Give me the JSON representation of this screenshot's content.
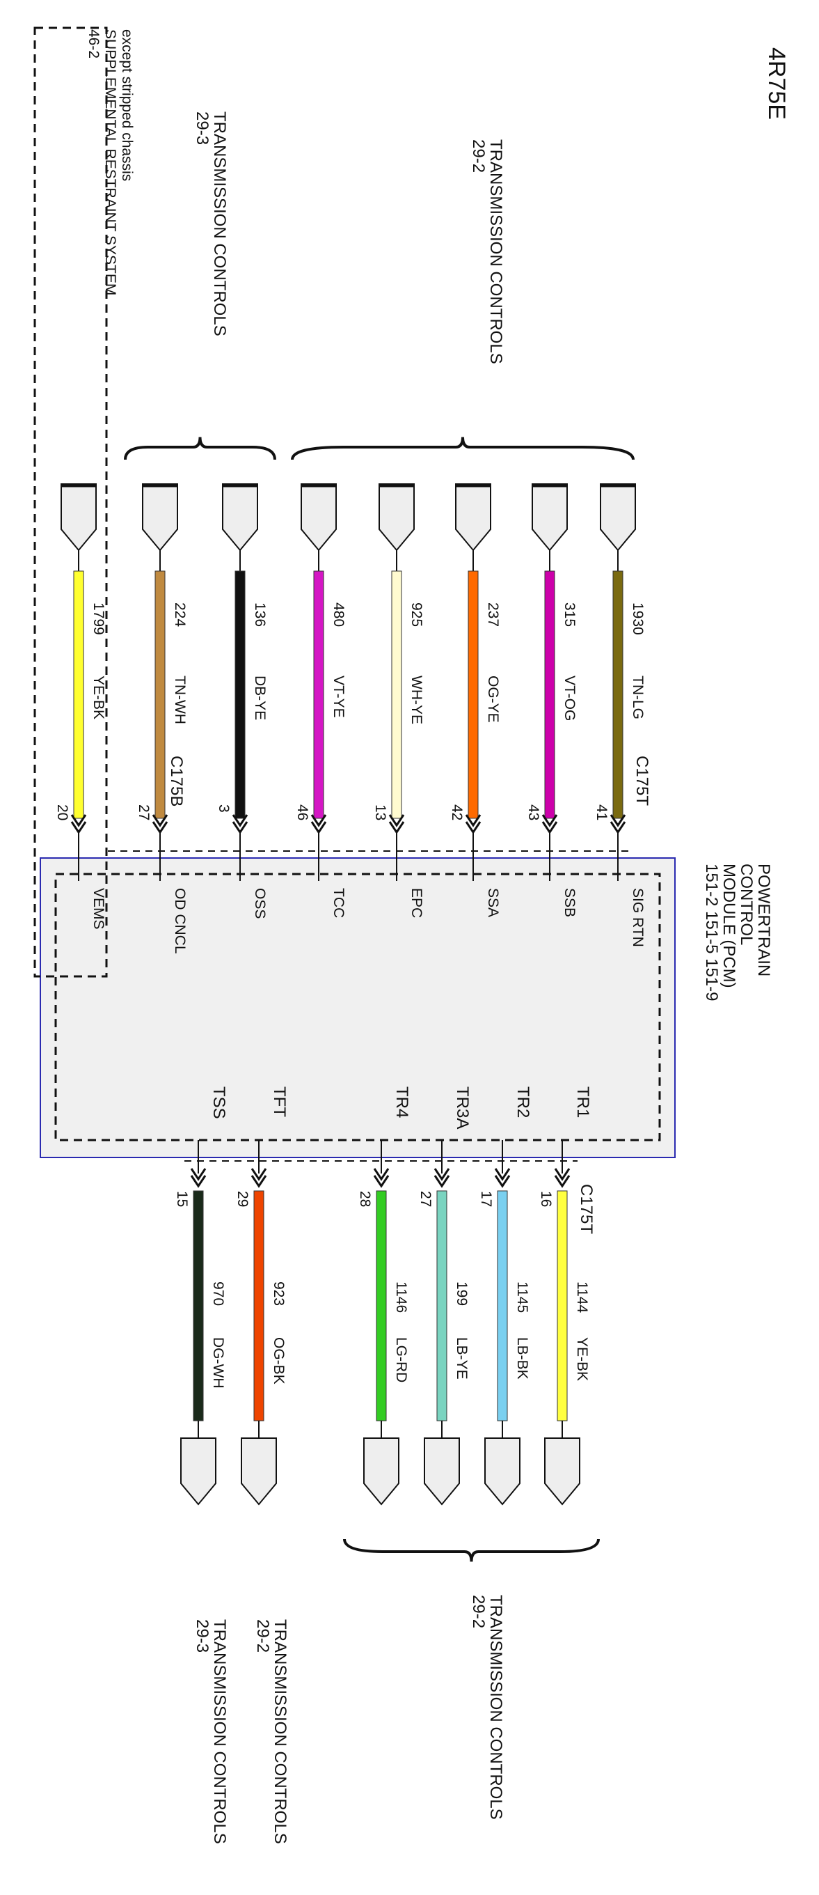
{
  "page_title": "4R75E",
  "pcm": {
    "lines": [
      "POWERTRAIN",
      "CONTROL",
      "MODULE (PCM)",
      "151-2   151-5   151-9"
    ],
    "box_color": "#2a2ab0"
  },
  "srs_box": {
    "lines": [
      "except stripped chassis",
      "SUPPLEMENTAL RESTRAINT SYSTEM",
      "46-2"
    ]
  },
  "destination_labels": [
    {
      "id": "tc-29-2-top",
      "lines": [
        "TRANSMISSION CONTROLS",
        "29-2"
      ]
    },
    {
      "id": "tc-29-3-top",
      "lines": [
        "TRANSMISSION CONTROLS",
        "29-3"
      ]
    },
    {
      "id": "tc-29-2-bottom",
      "lines": [
        "TRANSMISSION CONTROLS",
        "29-2"
      ]
    },
    {
      "id": "tc-29-2-mid",
      "lines": [
        "TRANSMISSION CONTROLS",
        "29-2"
      ]
    },
    {
      "id": "tc-29-3-bottom",
      "lines": [
        "TRANSMISSION CONTROLS",
        "29-3"
      ]
    }
  ],
  "connectors": {
    "c175t_top": "C175T",
    "c175b": "C175B",
    "c175t_bottom": "C175T"
  },
  "upper_circuits": [
    {
      "circuit": "1930",
      "color_code": "TN-LG",
      "pin": "41",
      "signal": "SIG RTN",
      "colors": [
        "#7a6a10",
        "#7a6a10"
      ]
    },
    {
      "circuit": "315",
      "color_code": "VT-OG",
      "pin": "43",
      "signal": "SSB",
      "colors": [
        "#cc00aa",
        "#cc00aa"
      ]
    },
    {
      "circuit": "237",
      "color_code": "OG-YE",
      "pin": "42",
      "signal": "SSA",
      "colors": [
        "#ff6a00",
        "#ff6a00"
      ]
    },
    {
      "circuit": "925",
      "color_code": "WH-YE",
      "pin": "13",
      "signal": "EPC",
      "colors": [
        "#fffbd0",
        "#f0e060"
      ]
    },
    {
      "circuit": "480",
      "color_code": "VT-YE",
      "pin": "46",
      "signal": "TCC",
      "colors": [
        "#d416c4",
        "#d416c4"
      ]
    },
    {
      "circuit": "136",
      "color_code": "DB-YE",
      "pin": "3",
      "signal": "OSS",
      "colors": [
        "#111111",
        "#111111"
      ]
    },
    {
      "circuit": "224",
      "color_code": "TN-WH",
      "pin": "27",
      "signal": "OD CNCL",
      "colors": [
        "#c08a40",
        "#c08a40"
      ]
    },
    {
      "circuit": "1799",
      "color_code": "YE-BK",
      "pin": "20",
      "signal": "VEMS",
      "colors": [
        "#ffff30",
        "#ffff30"
      ]
    }
  ],
  "lower_circuits": [
    {
      "circuit": "1144",
      "color_code": "YE-BK",
      "pin": "16",
      "signal": "TR1",
      "colors": [
        "#ffff40",
        "#ffff40"
      ]
    },
    {
      "circuit": "1145",
      "color_code": "LB-BK",
      "pin": "17",
      "signal": "TR2",
      "colors": [
        "#7ad0f0",
        "#7ad0f0"
      ]
    },
    {
      "circuit": "199",
      "color_code": "LB-YE",
      "pin": "27",
      "signal": "TR3A",
      "colors": [
        "#7ad4c0",
        "#7ad4c0"
      ]
    },
    {
      "circuit": "1146",
      "color_code": "LG-RD",
      "pin": "28",
      "signal": "TR4",
      "colors": [
        "#33cc22",
        "#33cc22"
      ]
    },
    {
      "circuit": "923",
      "color_code": "OG-BK",
      "pin": "29",
      "signal": "TFT",
      "colors": [
        "#ee4400",
        "#ee4400"
      ]
    },
    {
      "circuit": "970",
      "color_code": "DG-WH",
      "pin": "15",
      "signal": "TSS",
      "colors": [
        "#1a2a1a",
        "#1a2a1a"
      ]
    }
  ]
}
